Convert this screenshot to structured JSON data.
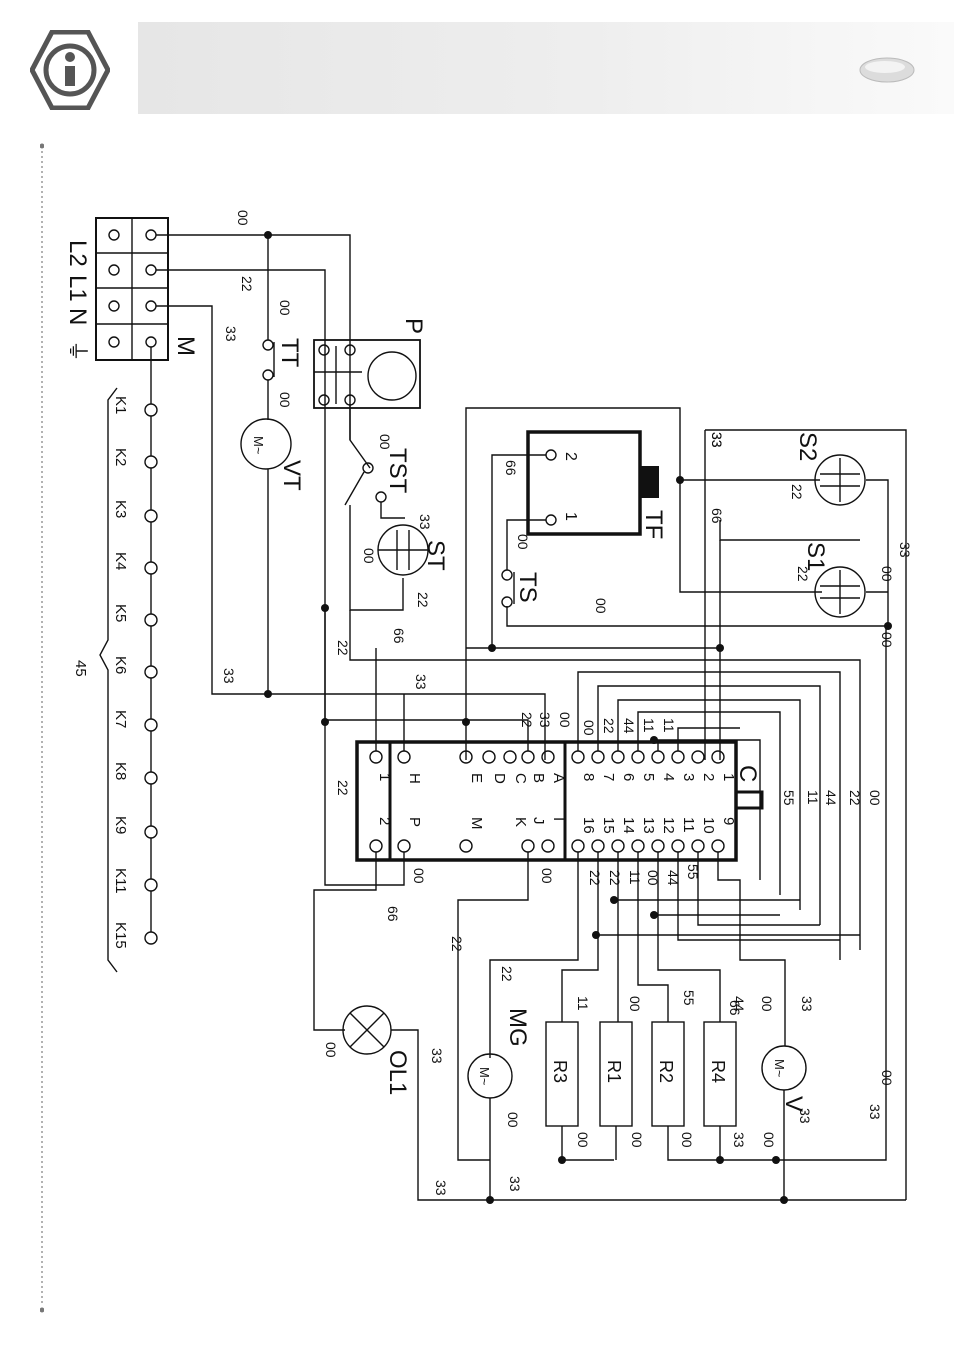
{
  "header": {
    "icon": "info-icon",
    "page_indicator": "page-pill-icon"
  },
  "terminals": [
    "L2",
    "L1",
    "N",
    "⏚",
    "M"
  ],
  "components": {
    "P": "P",
    "TT": "TT",
    "VT": "VT",
    "TST": "TST",
    "ST": "ST",
    "TF": "TF",
    "TS": "TS",
    "S1": "S1",
    "S2": "S2",
    "C": "C",
    "OL1": "OL1",
    "MG": "MG",
    "V": "V",
    "R1": "R1",
    "R2": "R2",
    "R3": "R3",
    "R4": "R4"
  },
  "motor_symbol": "M~",
  "terminal_label": "45",
  "k_terminals": [
    "K1",
    "K2",
    "K3",
    "K4",
    "K5",
    "K6",
    "K7",
    "K8",
    "K9",
    "K11",
    "K15"
  ],
  "connector_left": {
    "top_row": [
      "1",
      "H",
      "E",
      "D",
      "C",
      "B",
      "A"
    ],
    "bottom_row": [
      "2",
      "P",
      "M",
      "K",
      "J",
      "I"
    ]
  },
  "connector_right": {
    "top_row": [
      "8",
      "7",
      "6",
      "5",
      "4",
      "3",
      "2",
      "1"
    ],
    "bottom_row": [
      "16",
      "15",
      "14",
      "13",
      "12",
      "11",
      "10",
      "9"
    ]
  },
  "tf_pins": [
    "2",
    "1"
  ],
  "wire_codes": [
    {
      "t": "00"
    },
    {
      "t": "22"
    },
    {
      "t": "33"
    },
    {
      "t": "00"
    },
    {
      "t": "00"
    },
    {
      "t": "00"
    },
    {
      "t": "33"
    },
    {
      "t": "00"
    },
    {
      "t": "22"
    },
    {
      "t": "66"
    },
    {
      "t": "22"
    },
    {
      "t": "33"
    },
    {
      "t": "33"
    },
    {
      "t": "66"
    },
    {
      "t": "00"
    },
    {
      "t": "33"
    },
    {
      "t": "66"
    },
    {
      "t": "22"
    },
    {
      "t": "33"
    },
    {
      "t": "22"
    },
    {
      "t": "00"
    },
    {
      "t": "33"
    },
    {
      "t": "00"
    },
    {
      "t": "00"
    },
    {
      "t": "00"
    },
    {
      "t": "22"
    },
    {
      "t": "33"
    },
    {
      "t": "00"
    },
    {
      "t": "22"
    },
    {
      "t": "44"
    },
    {
      "t": "11"
    },
    {
      "t": "11"
    },
    {
      "t": "55"
    },
    {
      "t": "44"
    },
    {
      "t": "11"
    },
    {
      "t": "22"
    },
    {
      "t": "00"
    },
    {
      "t": "22"
    },
    {
      "t": "66"
    },
    {
      "t": "00"
    },
    {
      "t": "22"
    },
    {
      "t": "22"
    },
    {
      "t": "11"
    },
    {
      "t": "00"
    },
    {
      "t": "44"
    },
    {
      "t": "55"
    },
    {
      "t": "00"
    },
    {
      "t": "22"
    },
    {
      "t": "22"
    },
    {
      "t": "11"
    },
    {
      "t": "00"
    },
    {
      "t": "55"
    },
    {
      "t": "00"
    },
    {
      "t": "44"
    },
    {
      "t": "66"
    },
    {
      "t": "33"
    },
    {
      "t": "33"
    },
    {
      "t": "00"
    },
    {
      "t": "00"
    },
    {
      "t": "00"
    },
    {
      "t": "00"
    },
    {
      "t": "00"
    },
    {
      "t": "33"
    },
    {
      "t": "00"
    },
    {
      "t": "00"
    },
    {
      "t": "33"
    },
    {
      "t": "33"
    },
    {
      "t": "33"
    },
    {
      "t": "33"
    }
  ]
}
